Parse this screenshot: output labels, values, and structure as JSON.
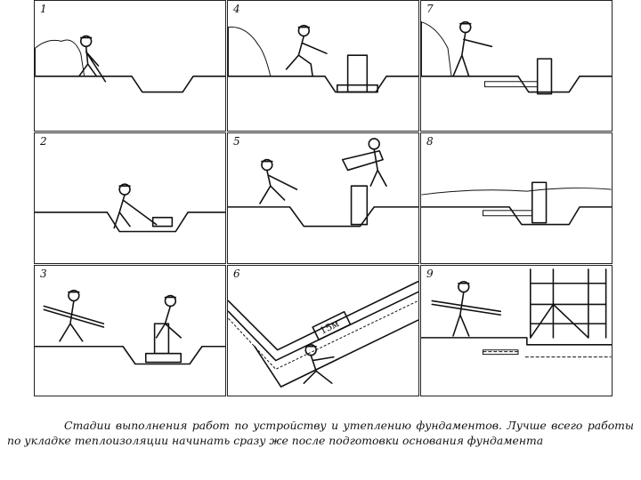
{
  "panels": [
    {
      "number": "1"
    },
    {
      "number": "4"
    },
    {
      "number": "7"
    },
    {
      "number": "2"
    },
    {
      "number": "5"
    },
    {
      "number": "8"
    },
    {
      "number": "3"
    },
    {
      "number": "6",
      "sign": "15м"
    },
    {
      "number": "9"
    }
  ],
  "caption": "Стадии выполнения работ по устройству и утеплению фундаментов. Лучше всего работы по укладке теплоизоляции начинать сразу же после подготовки основания фундамента"
}
